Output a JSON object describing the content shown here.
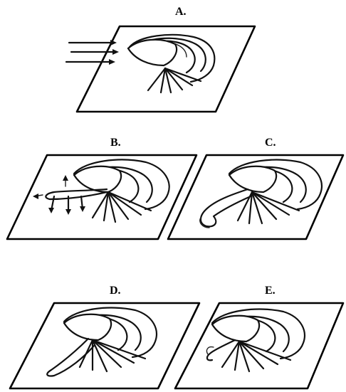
{
  "labels": {
    "a": "A.",
    "b": "B.",
    "c": "C.",
    "d": "D.",
    "e": "E."
  }
}
